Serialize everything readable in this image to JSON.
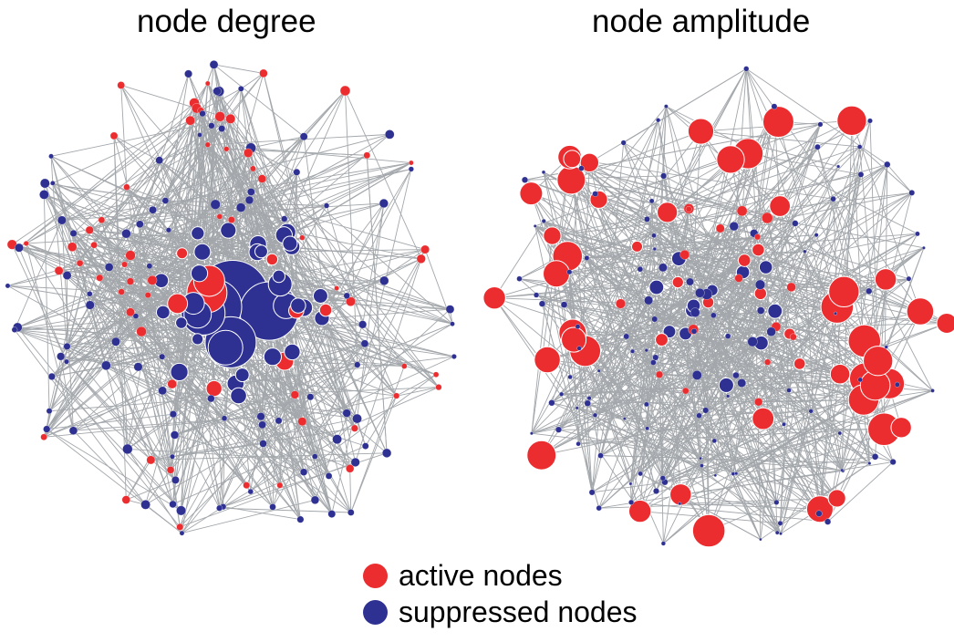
{
  "panels": [
    {
      "title": "node degree",
      "sizing": "degree"
    },
    {
      "title": "node amplitude",
      "sizing": "amplitude"
    }
  ],
  "legend": {
    "active": {
      "label": "active nodes",
      "color": "#ec2d30"
    },
    "suppressed": {
      "label": "suppressed nodes",
      "color": "#2e3192"
    }
  },
  "edge_color": "#a3a7ab",
  "network": {
    "node_count": 200,
    "edges_per_node": 4,
    "active_fraction": 0.4,
    "seed": 7
  }
}
